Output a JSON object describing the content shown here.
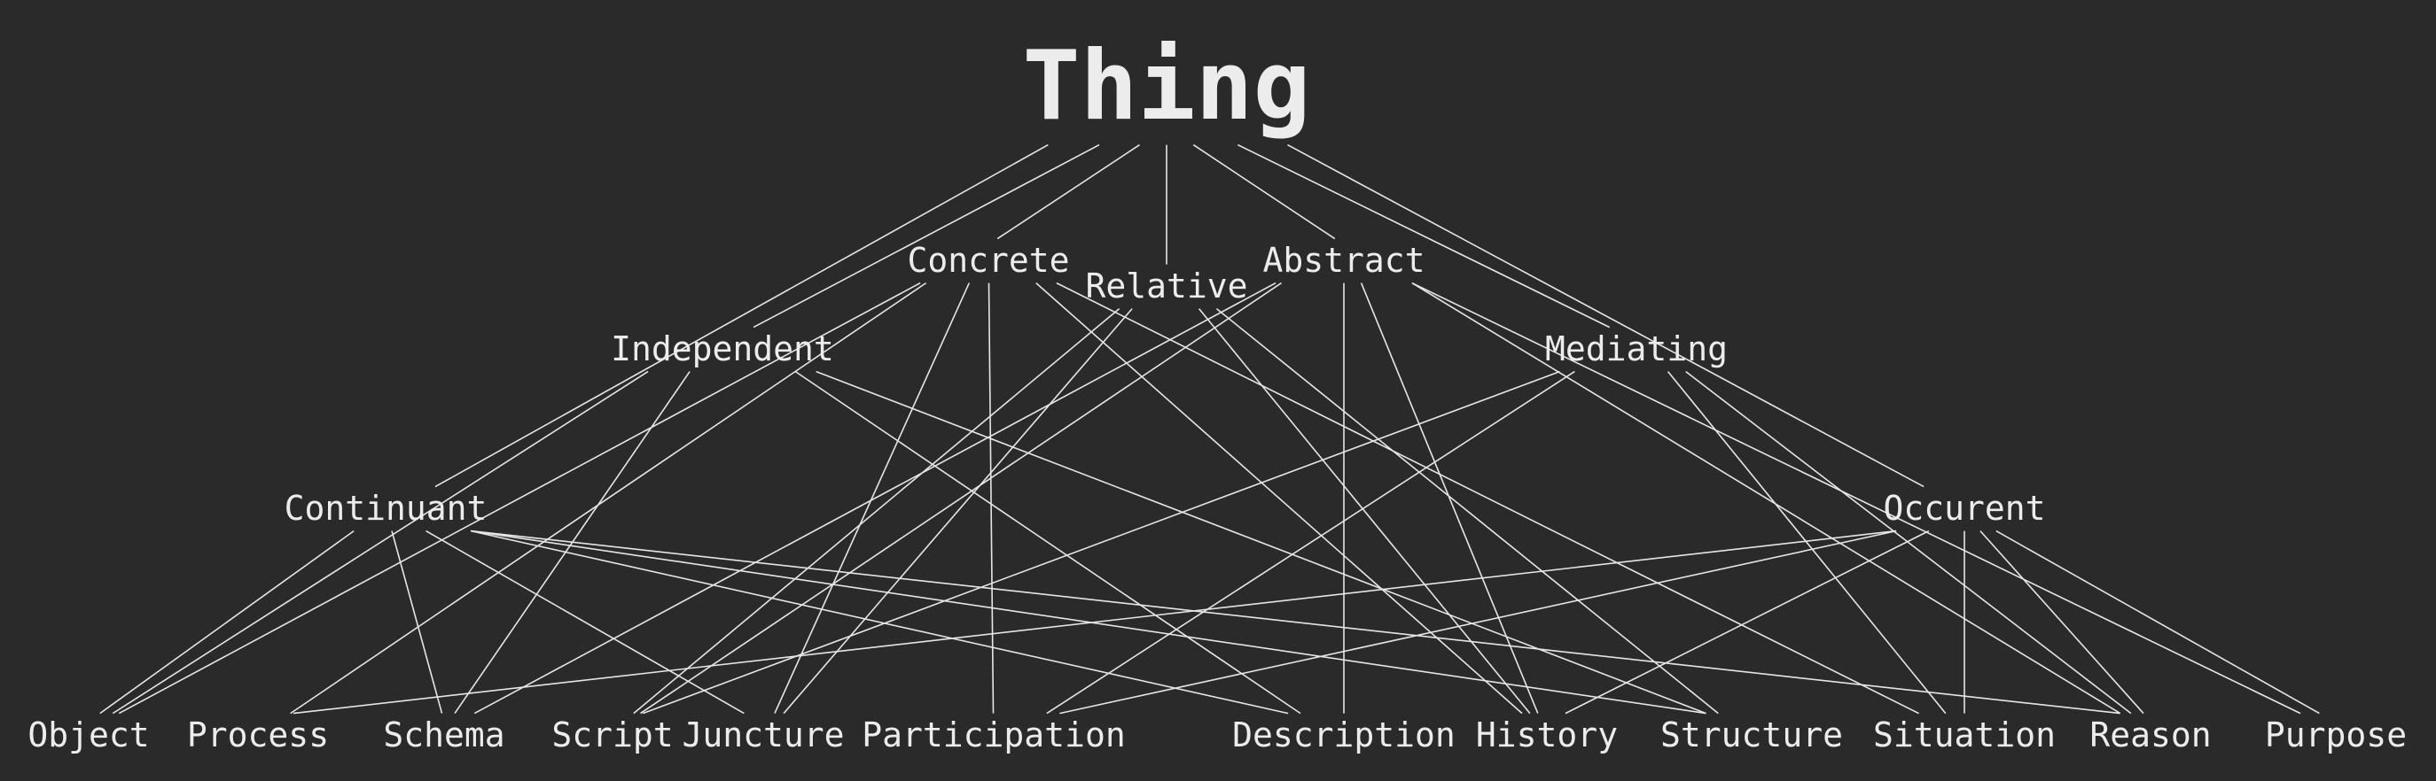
{
  "nodes": {
    "thing": "Thing",
    "concrete": "Concrete",
    "relative": "Relative",
    "abstract": "Abstract",
    "independent": "Independent",
    "mediating": "Mediating",
    "continuant": "Continuant",
    "occurent": "Occurent",
    "object": "Object",
    "process": "Process",
    "schema": "Schema",
    "script": "Script",
    "juncture": "Juncture",
    "participation": "Participation",
    "description": "Description",
    "history": "History",
    "structure": "Structure",
    "situation": "Situation",
    "reason": "Reason",
    "purpose": "Purpose"
  },
  "edges": [
    [
      "thing",
      "concrete"
    ],
    [
      "thing",
      "relative"
    ],
    [
      "thing",
      "abstract"
    ],
    [
      "thing",
      "independent"
    ],
    [
      "thing",
      "mediating"
    ],
    [
      "thing",
      "continuant"
    ],
    [
      "thing",
      "occurent"
    ],
    [
      "concrete",
      "object"
    ],
    [
      "concrete",
      "process"
    ],
    [
      "concrete",
      "juncture"
    ],
    [
      "concrete",
      "participation"
    ],
    [
      "concrete",
      "history"
    ],
    [
      "concrete",
      "situation"
    ],
    [
      "relative",
      "script"
    ],
    [
      "relative",
      "juncture"
    ],
    [
      "relative",
      "history"
    ],
    [
      "relative",
      "structure"
    ],
    [
      "abstract",
      "script"
    ],
    [
      "abstract",
      "schema"
    ],
    [
      "abstract",
      "description"
    ],
    [
      "abstract",
      "history"
    ],
    [
      "abstract",
      "reason"
    ],
    [
      "abstract",
      "purpose"
    ],
    [
      "independent",
      "object"
    ],
    [
      "independent",
      "schema"
    ],
    [
      "independent",
      "description"
    ],
    [
      "independent",
      "structure"
    ],
    [
      "mediating",
      "script"
    ],
    [
      "mediating",
      "participation"
    ],
    [
      "mediating",
      "situation"
    ],
    [
      "mediating",
      "reason"
    ],
    [
      "continuant",
      "object"
    ],
    [
      "continuant",
      "schema"
    ],
    [
      "continuant",
      "juncture"
    ],
    [
      "continuant",
      "description"
    ],
    [
      "continuant",
      "structure"
    ],
    [
      "continuant",
      "reason"
    ],
    [
      "occurent",
      "process"
    ],
    [
      "occurent",
      "participation"
    ],
    [
      "occurent",
      "history"
    ],
    [
      "occurent",
      "situation"
    ],
    [
      "occurent",
      "reason"
    ],
    [
      "occurent",
      "purpose"
    ]
  ]
}
